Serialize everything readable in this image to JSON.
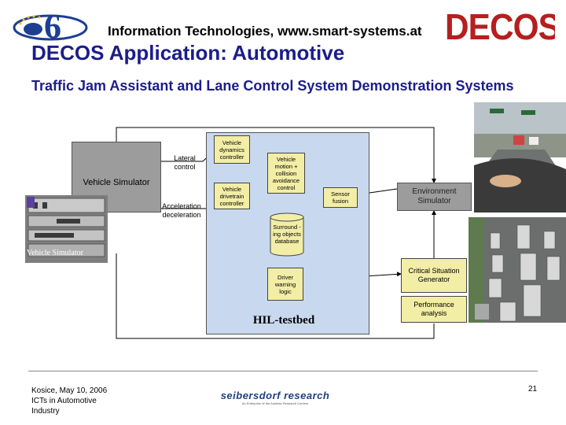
{
  "header": {
    "org_text": "Information Technologies, www.smart-systems.at",
    "decos_logo": "DECOS",
    "fp6_logo": "6"
  },
  "slide": {
    "title": "DECOS Application: Automotive",
    "subtitle": "Traffic Jam Assistant and Lane Control System Demonstration Systems"
  },
  "diagram": {
    "vehicle_simulator_box": "Vehicle Simulator",
    "vehicle_simulator_photo_caption": "Vehicle Simulator",
    "lateral_control": "Lateral control",
    "acceleration_deceleration": "Acceleration deceleration",
    "vehicle_dynamics_controller": "Vehicle dynamics controller",
    "vehicle_drivetrain_controller": "Vehicle drivetrain controller",
    "vehicle_motion_collision": "Vehicle motion + collision avoidance control",
    "sensor_fusion": "Sensor fusion",
    "surrounding_objects_database": "Surround -ing objects database",
    "driver_warning_logic": "Driver warning logic",
    "hil_testbed": "HIL-testbed",
    "environment_simulator": "Environment Simulator",
    "critical_situation_generator": "Critical Situation Generator",
    "performance_analysis": "Performance analysis"
  },
  "footer": {
    "line1": "Kosice, May 10, 2006",
    "line2": "ICTs in Automotive",
    "line3": "Industry",
    "page_number": "21",
    "sr_logo": "seibersdorf research",
    "sr_tagline": "An Enterprise of the Austrian Research Centers"
  },
  "colors": {
    "title_blue": "#1c1c8c",
    "decos_red": "#b51f1f",
    "hil_blue": "#c8d8ef",
    "box_yellow": "#f3eea6",
    "box_gray": "#9c9c9c"
  }
}
